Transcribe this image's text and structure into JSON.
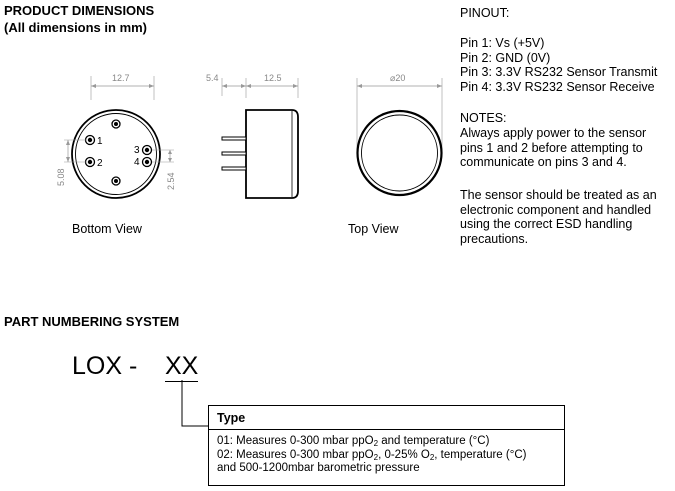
{
  "header": {
    "title": "PRODUCT DIMENSIONS",
    "subtitle": "(All dimensions in mm)"
  },
  "drawing": {
    "bottom_view_label": "Bottom View",
    "top_view_label": "Top View",
    "dims": {
      "bottom_width": "12.7",
      "side_pin_length": "5.4",
      "side_body_length": "12.5",
      "top_diameter": "⌀20",
      "pin_spacing_left": "5.08",
      "pin_spacing_right": "2.54"
    },
    "pin_labels": [
      "1",
      "2",
      "3",
      "4"
    ]
  },
  "pinout": {
    "title": "PINOUT:",
    "pins": [
      "Pin 1: Vs (+5V)",
      "Pin 2: GND (0V)",
      "Pin 3: 3.3V RS232 Sensor Transmit",
      "Pin 4: 3.3V RS232 Sensor Receive"
    ]
  },
  "notes": {
    "title": "NOTES:",
    "lines": [
      "Always apply power to the sensor",
      "pins 1 and 2 before attempting to",
      "communicate on pins 3 and 4."
    ],
    "esd_lines": [
      "The sensor should be treated as an",
      "electronic component and handled",
      "using the correct ESD handling",
      "precautions."
    ]
  },
  "part_numbering": {
    "title": "PART NUMBERING SYSTEM",
    "prefix": "LOX - ",
    "suffix": "XX",
    "type_title": "Type",
    "options": {
      "opt1_a": "01: Measures 0-300 mbar ppO",
      "opt1_sub": "2",
      "opt1_b": " and temperature (°C)",
      "opt2_a": "02: Measures 0-300 mbar ppO",
      "opt2_sub1": "2",
      "opt2_b": ", 0-25% O",
      "opt2_sub2": "2",
      "opt2_c": ", temperature (°C)",
      "opt2_line2": "and 500-1200mbar barometric pressure"
    }
  }
}
